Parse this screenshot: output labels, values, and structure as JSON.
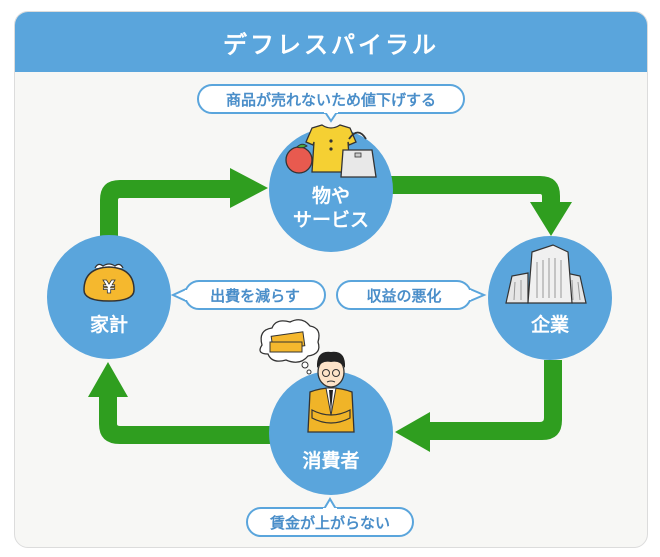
{
  "title": "デフレスパイラル",
  "colors": {
    "header": "#5aa5dc",
    "node": "#5aa5dc",
    "arrow": "#2f9e1f",
    "bubble_border": "#5aa5dc",
    "bubble_text": "#4a8ec9",
    "background": "#f7f7f5"
  },
  "nodes": {
    "goods": {
      "line1": "物や",
      "line2": "サービス",
      "icons": [
        "apple-icon",
        "dress-icon",
        "handbag-icon"
      ]
    },
    "company": {
      "label": "企業",
      "icon": "buildings-icon"
    },
    "consumer": {
      "label": "消費者",
      "icon": "worried-businessman-icon"
    },
    "household": {
      "label": "家計",
      "icon": "yen-purse-icon"
    }
  },
  "bubbles": {
    "price_cut": "商品が売れないため値下げする",
    "profit_worse": "収益の悪化",
    "wages_flat": "賃金が上がらない",
    "reduce_spending": "出費を減らす"
  },
  "flow": [
    {
      "from": "household",
      "to": "goods"
    },
    {
      "from": "goods",
      "to": "company"
    },
    {
      "from": "company",
      "to": "consumer"
    },
    {
      "from": "consumer",
      "to": "household"
    }
  ]
}
